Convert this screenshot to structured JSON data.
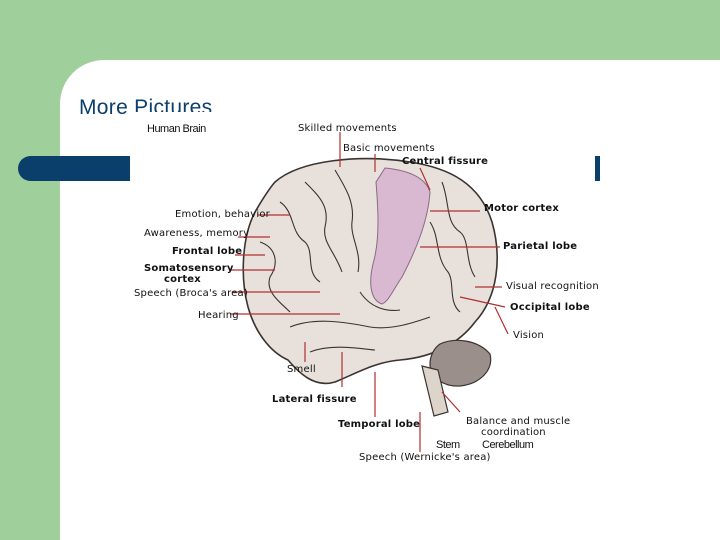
{
  "slide": {
    "title": "More Pictures"
  },
  "colors": {
    "sidebar": "#9fcf9a",
    "accent_bar": "#0b3f6b",
    "brain": "#e8e0da",
    "motor": "#d9b8d2",
    "cerebellum": "#9a8f8a",
    "leader": "#b03030"
  },
  "diagram": {
    "heading": "Human Brain",
    "labels": {
      "skilled_movements": "Skilled movements",
      "basic_movements": "Basic movements",
      "central_fissure": "Central fissure",
      "emotion_behavior": "Emotion, behavior",
      "motor_cortex": "Motor cortex",
      "awareness_memory": "Awareness, memory",
      "frontal_lobe": "Frontal lobe",
      "parietal_lobe": "Parietal lobe",
      "somatosensory": "Somatosensory",
      "cortex": "cortex",
      "visual_recognition": "Visual recognition",
      "speech_broca": "Speech (Broca's area)",
      "occipital_lobe": "Occipital lobe",
      "hearing": "Hearing",
      "vision": "Vision",
      "smell": "Smell",
      "lateral_fissure": "Lateral fissure",
      "balance": "Balance and muscle",
      "coordination": "coordination",
      "temporal_lobe": "Temporal lobe",
      "stem": "Stem",
      "cerebellum": "Cerebellum",
      "speech_wernicke": "Speech (Wernicke's area)"
    }
  }
}
